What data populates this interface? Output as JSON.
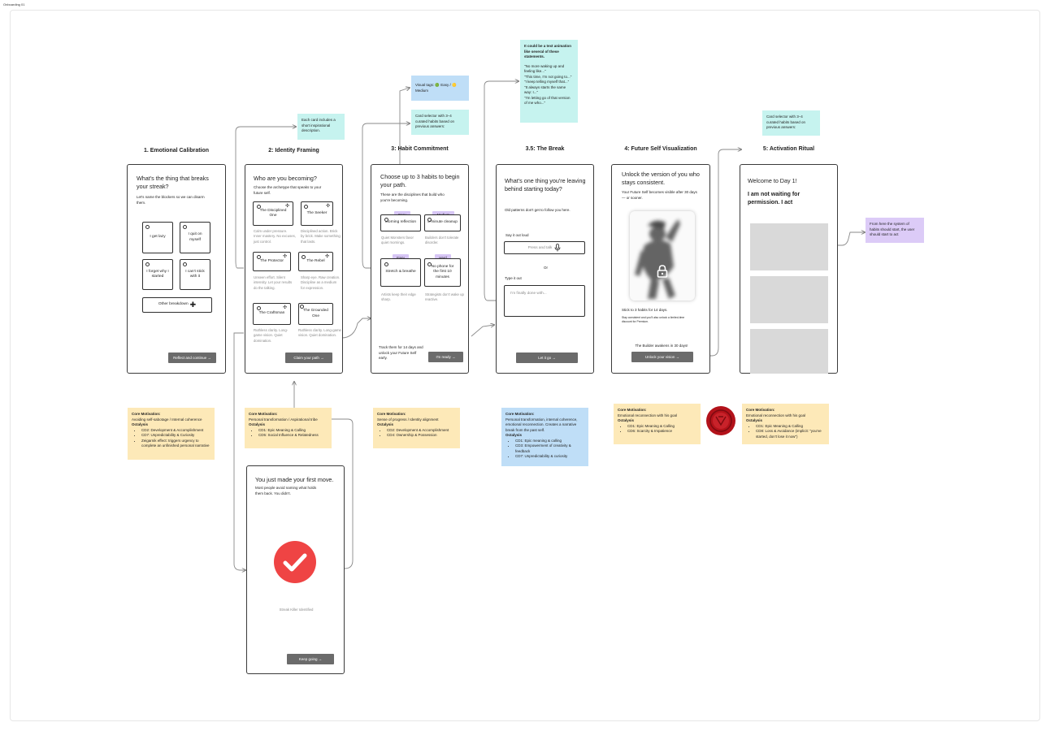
{
  "page_label": "Onboarding 01",
  "sections": {
    "s1": "1. Emotional Calibration",
    "s2": "2: Identity Framing",
    "s3": "3: Habit Commitment",
    "s35": "3.5: The Break",
    "s4": "4: Future Self Visualization",
    "s5": "5: Activation Ritual"
  },
  "screen1": {
    "question": "What's the thing that breaks your streak?",
    "subtitle": "Let's name the blockers so we can disarm them.",
    "options": [
      "I get lazy",
      "I quit on myself",
      "I forget why I started",
      "I can't stick with it"
    ],
    "other": "Other breakdown",
    "other_icon": "plus-icon",
    "cta": "Reflect and continue →"
  },
  "screen2": {
    "question": "Who are you becoming?",
    "subtitle": "Choose the archetype that speaks to your future self.",
    "archetypes": [
      {
        "name": "The Disciplined One",
        "desc": "Calm under pressure. Inner mastery. No excuses, just control."
      },
      {
        "name": "The Seeker",
        "desc": "Disciplined action. Brick by brick. Make something that lasts."
      },
      {
        "name": "The Protector",
        "desc": "Unseen effort. Silent intensity. Let your results do the talking."
      },
      {
        "name": "The Rebel",
        "desc": "Sharp eye. Raw creation. Discipline as a medium for expression."
      },
      {
        "name": "The Craftsman",
        "desc": "Ruthless clarity. Long-game vision. Quiet domination."
      },
      {
        "name": "The Grounded One",
        "desc": "Ruthless clarity. Long-game vision. Quiet domination."
      }
    ],
    "cta": "Claim your path →"
  },
  "screen3": {
    "question": "Choose up to 3 habits to begin your path.",
    "subtitle": "These are the disciplines that build who you're becoming.",
    "habits": [
      {
        "tag": "Easy",
        "name": "Morning reflection",
        "desc": "Quiet Monsters favor quiet mornings."
      },
      {
        "tag": "Medium",
        "name": "5-minute cleanup",
        "desc": "Builders don't tolerate disorder."
      },
      {
        "tag": "Easy",
        "name": "Stretch & breathe",
        "desc": "Artists keep their edge sharp."
      },
      {
        "tag": "Hard",
        "name": "No phone for the first 10 minutes",
        "desc": "Strategists don't wake up reactive."
      }
    ],
    "footer": "Track them for 14 days and unlock your Future Self early.",
    "cta": "I'm ready →"
  },
  "screen35": {
    "question": "What's one thing you're leaving behind starting today?",
    "subtitle": "Old patterns don't get to follow you here.",
    "say_label": "Say it out loud",
    "press_label": "Press and talk",
    "mic_icon": "microphone-icon",
    "or": "Or",
    "type_label": "Type it out",
    "type_placeholder": "I'm finally done with...",
    "cta": "Let it go →"
  },
  "screen4": {
    "question": "Unlock the version of you who stays consistent.",
    "subtitle": "Your Future Self becomes visible after 30 days — or sooner.",
    "lock_icon": "lock-icon",
    "streak": "Stick to 3 habits for 14 days.",
    "small": "Stay consistent and you'll also unlock a limited-time discount for Premium.",
    "awakens": "The Builder awakens in 30 days!",
    "cta": "Unlock your vision →"
  },
  "screen5": {
    "welcome": "Welcome to Day 1!",
    "statement": "I am not waiting for permission. I act"
  },
  "screen_first_move": {
    "title": "You just made your first move.",
    "subtitle": "Most people avoid naming what holds them back. You didn't.",
    "check_icon": "checkmark-icon",
    "caption": "Streak Killer Identified",
    "cta": "Keep going →"
  },
  "notes": {
    "each_card": "Each card includes a short inspirational description.",
    "visual_tags": "Visual tags: 🟢 Easy / 🟡 Medium",
    "card_selector_3": "Card selector with 3–4 curated habits based on previous answers:",
    "card_selector_5": "Card selector with 3–4 curated habits based on previous answers:",
    "text_anim_title": "It could be a text animation like several of these statements.",
    "text_anim_lines": [
      "\"No more waking up and feeling like...\"",
      "\"This time, I'm not going to...\"",
      "\"I keep telling myself that...\"",
      "\"It always starts the same way: I...\"",
      "\"I'm letting go of that version of me who...\""
    ],
    "from_here": "From here the system of habits should start, the user should start to act"
  },
  "motivations": {
    "m1": {
      "heading": "Core Motivation:",
      "text": "Avoiding self-sabotage / Internal coherence",
      "oct": "Octalysis",
      "items": [
        "CD2: Development & Accomplishment",
        "CD7: Unpredictability & Curiosity",
        "Zeigarnik effect: triggers urgency to complete an unfinished personal narrative"
      ]
    },
    "m2": {
      "heading": "Core Motivation:",
      "text": "Personal transformation / Aspirational tribe",
      "oct": "Octalysis",
      "items": [
        "CD1: Epic Meaning & Calling",
        "CD5: Social Influence & Relatedness"
      ]
    },
    "m3": {
      "heading": "Core Motivation:",
      "text": "Sense of progress / Identity alignment",
      "oct": "Octalysis",
      "items": [
        "CD2: Development & Accomplishment",
        "CD4: Ownership & Possession"
      ]
    },
    "m35": {
      "heading": "Core Motivation:",
      "text": "Personal transformation, internal coherence, emotional reconnection. Creates a narrative break from the past self.",
      "oct": "Octalysis",
      "items": [
        "CD1: Epic meaning & calling",
        "CD3: Empowerment of creativity & feedback",
        "CD7: Unpredictability & curiosity"
      ]
    },
    "m4": {
      "heading": "Core Motivation:",
      "text": "Emotional reconnection with his goal",
      "oct": "Octalysis",
      "items": [
        "CD1: Epic Meaning & Calling",
        "CD6: Scarcity & Impatience"
      ]
    },
    "m5": {
      "heading": "Core Motivation:",
      "text": "Emotional reconnection with his goal",
      "oct": "Octalysis",
      "items": [
        "CD1: Epic Meaning & Calling",
        "CD8: Loss & Avoidance (implicit: \"you've started, don't lose it now\")"
      ]
    }
  },
  "seal_icon": "wax-seal-icon",
  "colors": {
    "teal_note": "#c6f3ef",
    "blue_note": "#bfdef7",
    "yellow_note": "#fde9b8",
    "purple_note": "#dccbf7",
    "tag": "#d7c6f5",
    "button": "#6b6b6b",
    "check": "#ef4444",
    "seal": "#b3121a"
  }
}
